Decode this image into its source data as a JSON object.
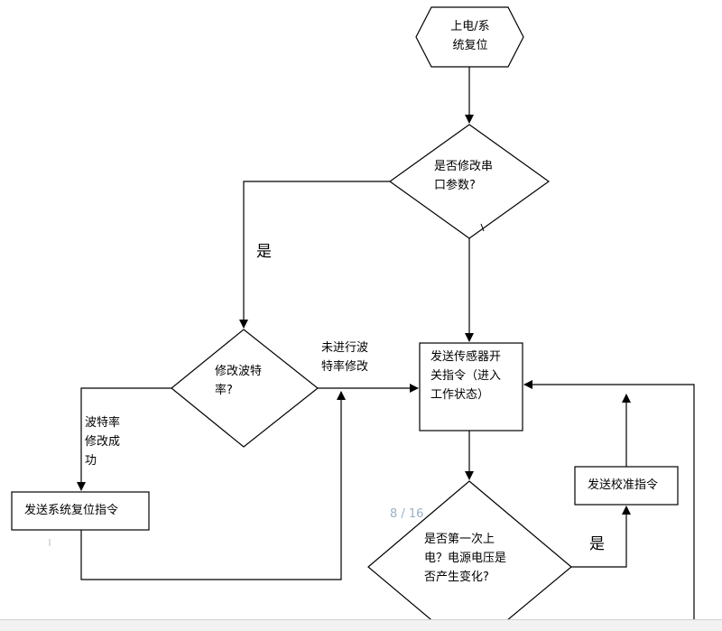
{
  "nodes": {
    "power_reset": {
      "lines": [
        "上电/系",
        "统复位"
      ]
    },
    "modify_serial": {
      "lines": [
        "是否修改串",
        "口参数?"
      ]
    },
    "modify_baud": {
      "lines": [
        "修改波特",
        "率?"
      ]
    },
    "send_sensor_switch": {
      "lines": [
        "发送传感器开",
        "关指令（进入",
        "工作状态）"
      ]
    },
    "send_system_reset": {
      "lines": [
        "发送系统复位指令"
      ]
    },
    "send_calibrate": {
      "lines": [
        "发送校准指令"
      ]
    },
    "first_power": {
      "lines": [
        "是否第一次上",
        "电？电源电压是",
        "否产生变化?"
      ]
    }
  },
  "edge_labels": {
    "yes_left": "是",
    "not_modified": [
      "未进行波",
      "特率修改"
    ],
    "baud_success": [
      "波特率",
      "修改成",
      "功"
    ],
    "yes_right": "是"
  },
  "page_indicator": "8 / 16",
  "colors": {
    "stroke": "#000000",
    "fill": "#ffffff",
    "page_indicator": "#9ab0c8"
  }
}
